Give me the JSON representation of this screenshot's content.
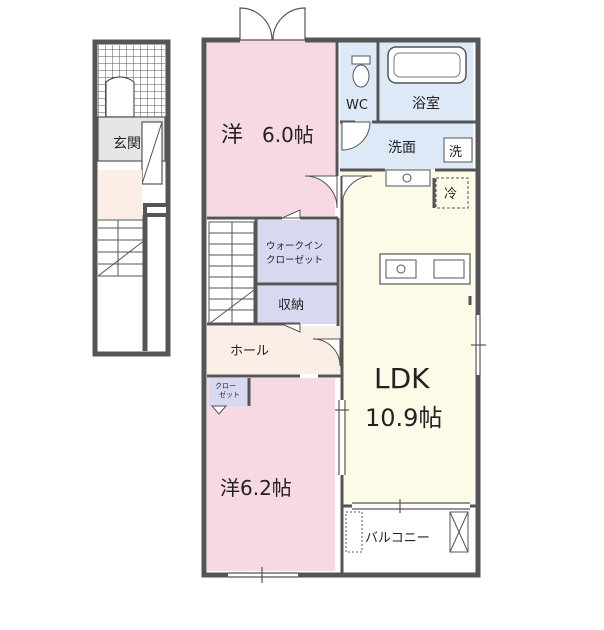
{
  "rooms": {
    "western_room_1": {
      "name": "洋",
      "size": "6.0帖"
    },
    "western_room_2": {
      "name": "洋6.2帖"
    },
    "ldk": {
      "name": "LDK",
      "size": "10.9帖"
    },
    "wc": "WC",
    "bathroom": "浴室",
    "washroom": "洗面",
    "washer": "洗",
    "fridge": "冷",
    "walk_in_closet": {
      "line1": "ウォークイン",
      "line2": "クローゼット"
    },
    "storage": "収納",
    "hall": "ホール",
    "closet": {
      "line1": "クロー",
      "line2": "ゼット"
    },
    "balcony": "バルコニー",
    "entrance": "玄関"
  },
  "colors": {
    "western_room": "#f7d9e6",
    "wet_area": "#dde9f7",
    "closet": "#d8d8f0",
    "ldk": "#fdfbe8",
    "hall": "#fbeee6",
    "wall": "#555555"
  }
}
